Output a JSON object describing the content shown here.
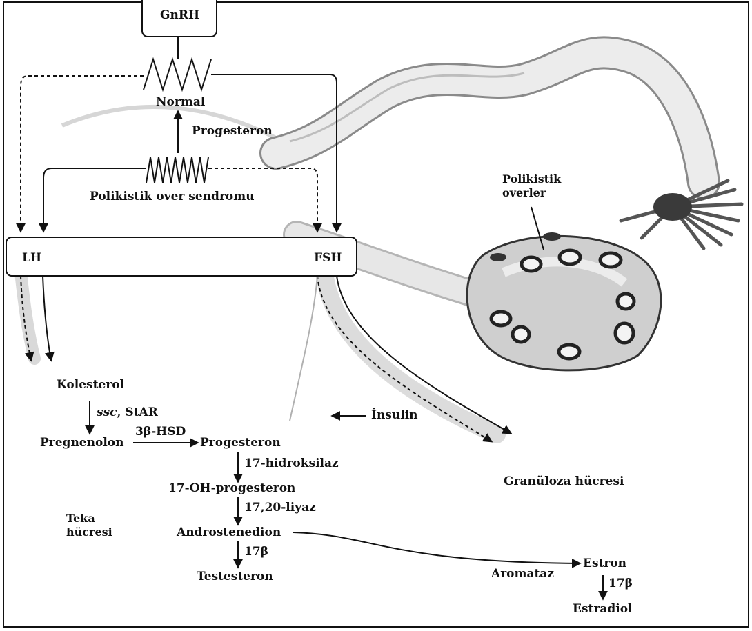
{
  "hormones": {
    "gnrh": "GnRH",
    "lh": "LH",
    "fsh": "FSH"
  },
  "pulse_labels": {
    "normal": "Normal",
    "progesterone": "Progesteron",
    "pcos": "Polikistik over sendromu"
  },
  "ovary_label": {
    "line1": "Polikistik",
    "line2": "overler"
  },
  "pathway": {
    "cholesterol": "Kolesterol",
    "ssc": "ssc",
    "star": ", StAR",
    "pregnenolone": "Pregnenolon",
    "three_beta_hsd": "3β-HSD",
    "progesterone": "Progesteron",
    "hydroxylase_17": "17-hidroksilaz",
    "oh_progesterone": "17-OH-progesteron",
    "lyase_1720": "17,20-liyaz",
    "androstenedione": "Androstenedion",
    "enzyme_17b_1": "17β",
    "testosterone": "Testesteron",
    "aromatase": "Aromataz",
    "estrone": "Estron",
    "enzyme_17b_2": "17β",
    "estradiol": "Estradiol"
  },
  "insulin": "İnsulin",
  "cells": {
    "theca_line1": "Teka",
    "theca_line2": "hücresi",
    "granulosa": "Granüloza hücresi"
  }
}
